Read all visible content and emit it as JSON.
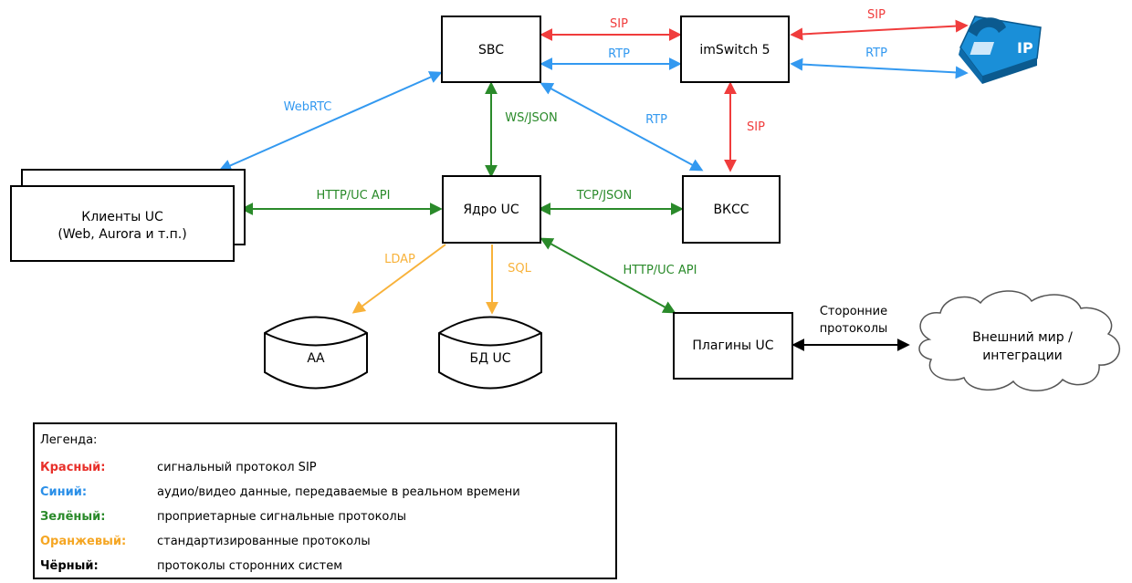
{
  "nodes": {
    "sbc": "SBC",
    "imswitch": "imSwitch 5",
    "clients_line1": "Клиенты UC",
    "clients_line2": "(Web, Aurora и т.п.)",
    "core": "Ядро UC",
    "vkss": "ВКСС",
    "aa": "АА",
    "bd": "БД UC",
    "plugins": "Плагины UC",
    "world_line1": "Внешний мир /",
    "world_line2": "интеграции",
    "phone_badge": "IP"
  },
  "edges": {
    "sbc_imswitch_sip": "SIP",
    "sbc_imswitch_rtp": "RTP",
    "imswitch_phone_sip": "SIP",
    "imswitch_phone_rtp": "RTP",
    "clients_sbc_webrtc": "WebRTC",
    "sbc_core_ws": "WS/JSON",
    "sbc_vkss_rtp": "RTP",
    "imswitch_vkss_sip": "SIP",
    "clients_core_http": "HTTP/UC API",
    "core_vkss_tcp": "TCP/JSON",
    "core_aa_ldap": "LDAP",
    "core_bd_sql": "SQL",
    "core_plugins_http": "HTTP/UC API",
    "plugins_world_line1": "Сторонние",
    "plugins_world_line2": "протоколы"
  },
  "legend": {
    "title": "Легенда:",
    "items": [
      {
        "name": "Красный:",
        "desc": "сигнальный протокол SIP",
        "color": "#e8302a"
      },
      {
        "name": "Синий:",
        "desc": "аудио/видео данные, передаваемые в реальном времени",
        "color": "#2a8fe8"
      },
      {
        "name": "Зелёный:",
        "desc": "проприетарные сигнальные протоколы",
        "color": "#2a8a2a"
      },
      {
        "name": "Оранжевый:",
        "desc": "стандартизированные протоколы",
        "color": "#f5a623"
      },
      {
        "name": "Чёрный:",
        "desc": "протоколы сторонних систем",
        "color": "#000000"
      }
    ]
  },
  "colors": {
    "red": "#f03c3c",
    "blue": "#3399f0",
    "green": "#2a8a2a",
    "orange": "#f8b23a",
    "black": "#000000",
    "phone": "#1a8fd8"
  }
}
